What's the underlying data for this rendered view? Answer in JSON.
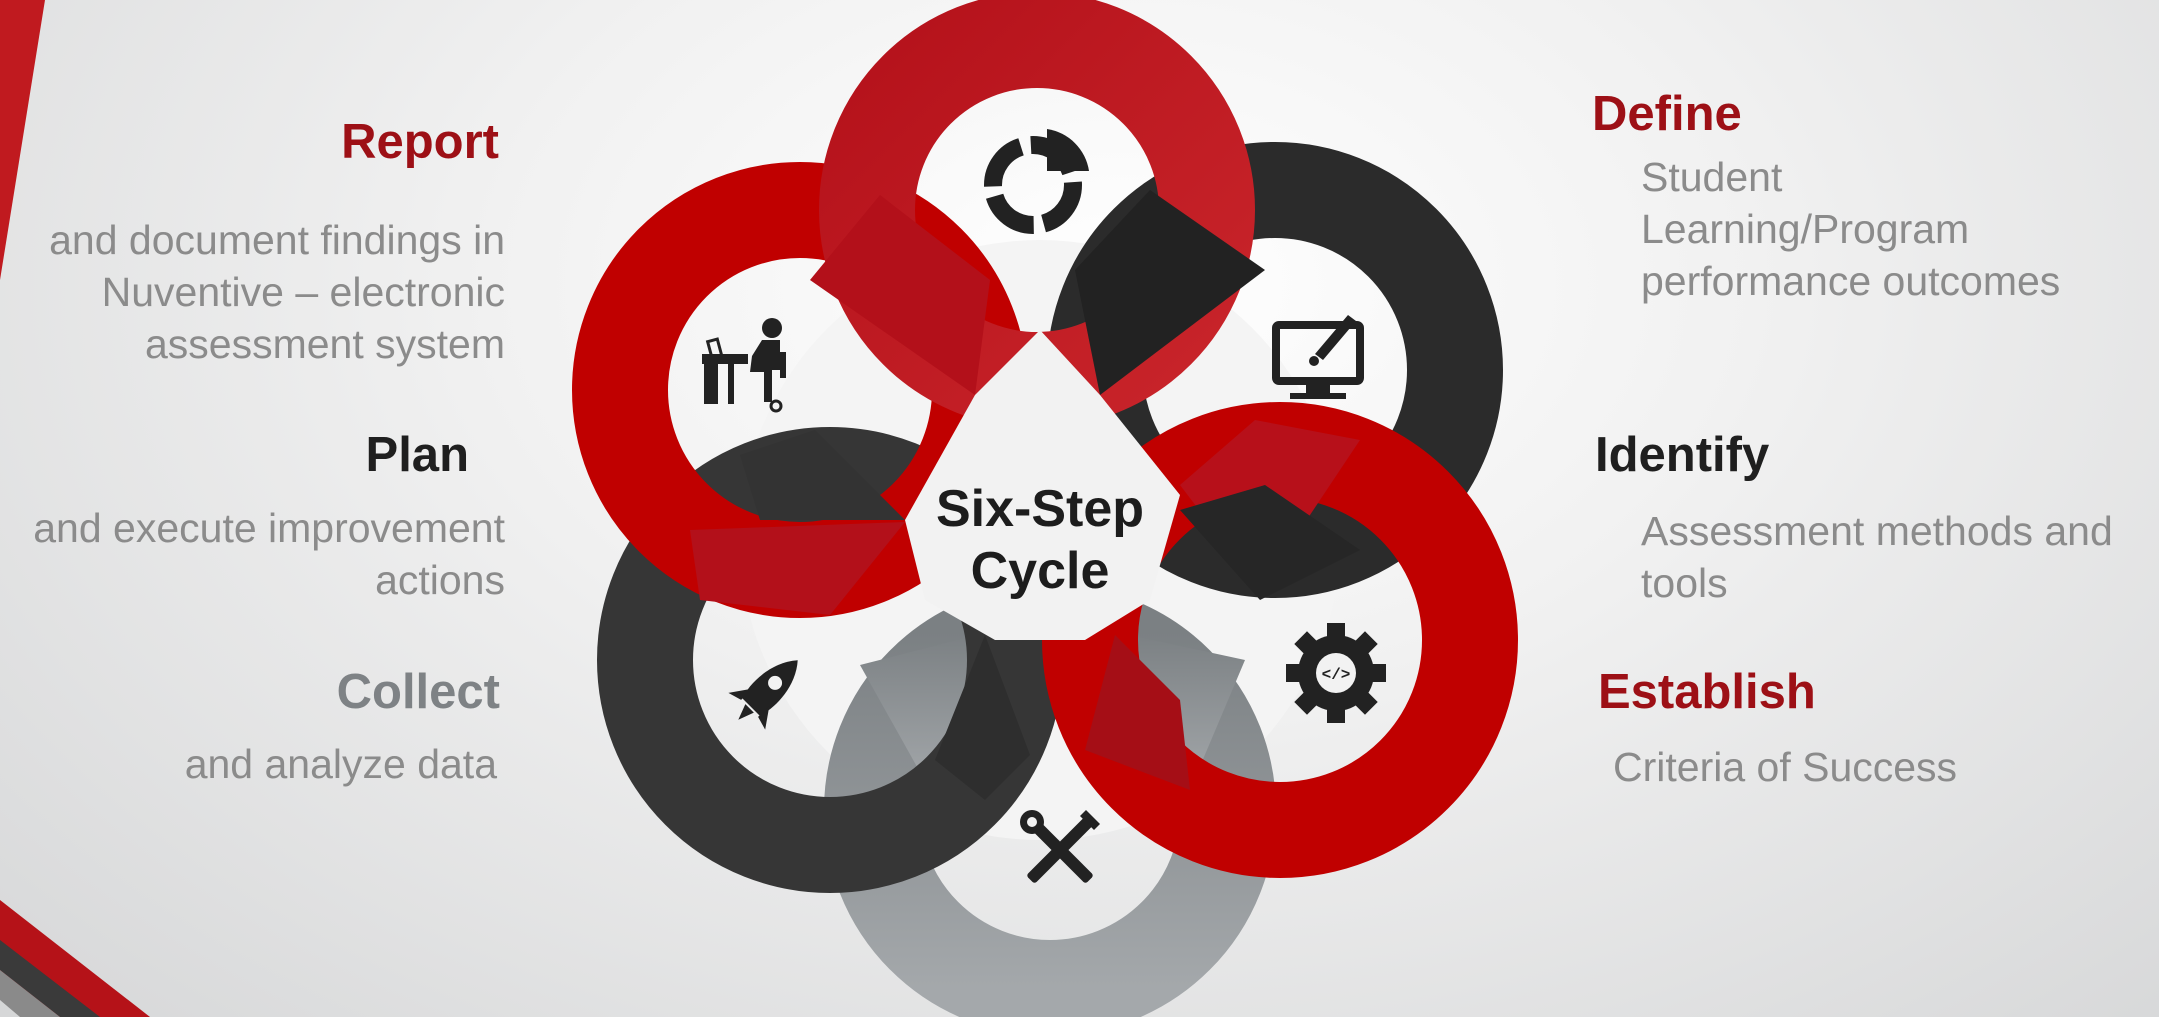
{
  "center": {
    "title": "Six-Step\nCycle"
  },
  "steps": {
    "define": {
      "title": "Define",
      "desc": "Student\nLearning/Program\nperformance outcomes",
      "icon": "monitor-pen-icon"
    },
    "identify": {
      "title": "Identify",
      "desc": "Assessment methods and\ntools",
      "icon": "gear-code-icon"
    },
    "establish": {
      "title": "Establish",
      "desc": "Criteria of Success",
      "icon": "tools-icon"
    },
    "collect": {
      "title": "Collect",
      "desc": "and analyze data",
      "icon": "rocket-icon"
    },
    "plan": {
      "title": "Plan",
      "desc": "and execute improvement\nactions",
      "icon": "person-desk-icon"
    },
    "report": {
      "title": "Report",
      "desc": "and document findings in\nNuventive – electronic\nassessment system",
      "icon": "pie-chart-icon"
    }
  },
  "colors": {
    "red": "#c00000",
    "dark_red": "#9d1016",
    "dark": "#2a2a2a",
    "gray": "#9a9ea1"
  }
}
